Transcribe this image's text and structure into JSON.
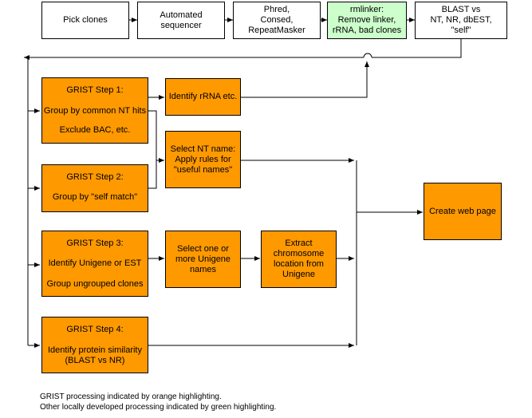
{
  "top_row": {
    "pick_clones": [
      "Pick clones"
    ],
    "automated_sequencer": [
      "Automated",
      "sequencer"
    ],
    "phred": [
      "Phred,",
      "Consed,",
      "RepeatMasker"
    ],
    "rmlinker": [
      "rmlinker:",
      "Remove linker,",
      "rRNA, bad clones"
    ],
    "blast": [
      "BLAST vs",
      "NT, NR, dbEST,",
      "\"self\""
    ]
  },
  "grist_steps": {
    "step1": {
      "title": "GRIST Step 1:",
      "line1": "Group by common NT hits",
      "line2": "Exclude BAC, etc."
    },
    "step2": {
      "title": "GRIST Step 2:",
      "line1": "Group by \"self match\""
    },
    "step3": {
      "title": "GRIST Step 3:",
      "line1": "Identify Unigene or EST",
      "line2": "Group ungrouped clones"
    },
    "step4": {
      "title": "GRIST Step 4:",
      "line1": "Identify protein similarity",
      "line2": "(BLAST vs NR)"
    }
  },
  "identify_rrna": "Identify rRNA etc.",
  "select_nt_name": [
    "Select NT name:",
    "Apply rules for",
    "\"useful names\""
  ],
  "select_unigene": [
    "Select one or",
    "more Unigene",
    "names"
  ],
  "extract_chromosome": [
    "Extract",
    "chromosome",
    "location from",
    "Unigene"
  ],
  "create_web_page": "Create web page",
  "legend": {
    "orange": "GRIST processing indicated by orange highlighting.",
    "green": "Other locally developed processing indicated by green highlighting."
  },
  "colors": {
    "grist": "#ff9900",
    "local": "#ccffcc",
    "other": "#ffffff",
    "line": "#000000"
  }
}
